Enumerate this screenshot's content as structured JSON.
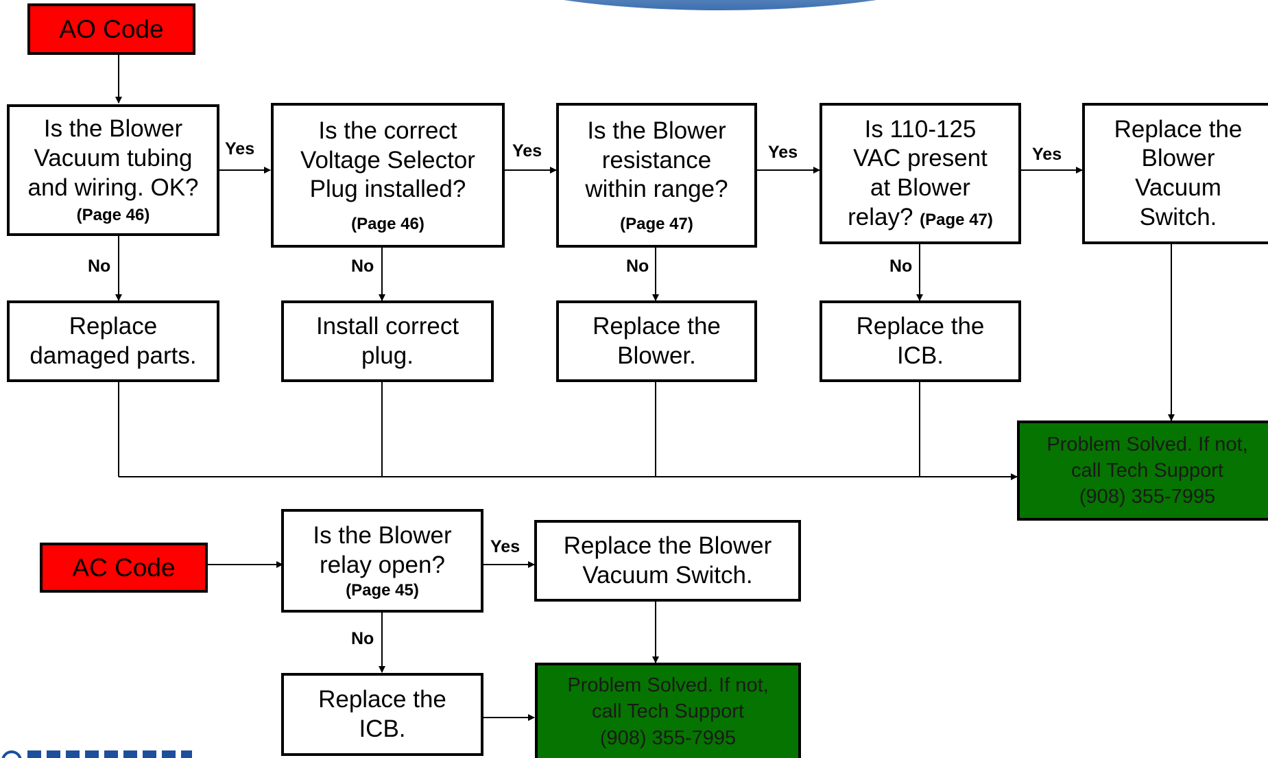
{
  "codes": {
    "ao": "AO Code",
    "ac": "AC Code"
  },
  "ao_flow": {
    "questions": [
      {
        "text": "Is the Blower\nVacuum tubing\nand wiring. OK?",
        "page": "(Page 46)"
      },
      {
        "text": "Is the correct\nVoltage Selector\nPlug installed?",
        "page": "(Page 46)"
      },
      {
        "text": "Is the Blower\nresistance\nwithin range?",
        "page": "(Page 47)"
      },
      {
        "text": "Is 110-125\nVAC present\nat Blower\nrelay?",
        "page": "(Page 47)"
      }
    ],
    "final_action": "Replace the\nBlower\nVacuum\nSwitch.",
    "no_actions": [
      "Replace\ndamaged parts.",
      "Install correct\nplug.",
      "Replace the\nBlower.",
      "Replace the\nICB."
    ],
    "solved": "Problem Solved. If not,\ncall Tech Support\n(908) 355-7995"
  },
  "ac_flow": {
    "question": {
      "text": "Is the Blower\nrelay open?",
      "page": "(Page 45)"
    },
    "yes_action": "Replace the Blower\nVacuum Switch.",
    "no_action": "Replace the\nICB.",
    "solved": "Problem Solved. If not,\ncall Tech Support\n(908) 355-7995"
  },
  "labels": {
    "yes": "Yes",
    "no": "No"
  },
  "colors": {
    "code_box": "#ff0000",
    "solved_box": "#067400",
    "banner": "#3d70b0"
  }
}
